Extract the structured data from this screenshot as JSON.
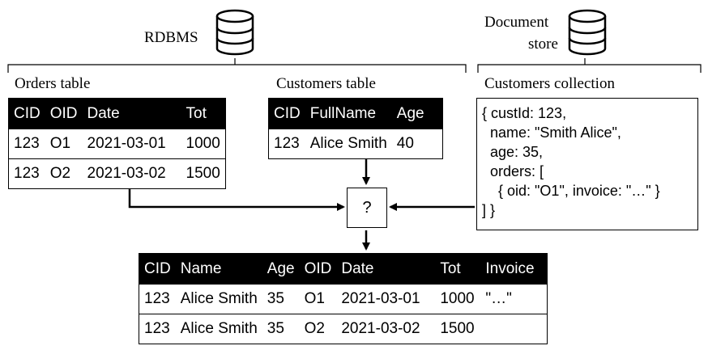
{
  "sources": {
    "rdbms": {
      "label": "RDBMS",
      "icon": "database-icon"
    },
    "document_store": {
      "label_line1": "Document",
      "label_line2": "store",
      "icon": "database-icon"
    }
  },
  "orders": {
    "title": "Orders table",
    "headers": [
      "CID",
      "OID",
      "Date",
      "Tot"
    ],
    "rows": [
      [
        "123",
        "O1",
        "2021-03-01",
        "1000"
      ],
      [
        "123",
        "O2",
        "2021-03-02",
        "1500"
      ]
    ]
  },
  "customers": {
    "title": "Customers table",
    "headers": [
      "CID",
      "FullName",
      "Age"
    ],
    "rows": [
      [
        "123",
        "Alice Smith",
        "40"
      ]
    ]
  },
  "collection": {
    "title": "Customers collection",
    "lines": [
      "{ custId: 123,",
      "  name: \"Smith Alice\",",
      "  age: 35,",
      "  orders: [",
      "    { oid: \"O1\", invoice: \"…\" }",
      "] }"
    ]
  },
  "integration": {
    "symbol": "?"
  },
  "result": {
    "headers": [
      "CID",
      "Name",
      "Age",
      "OID",
      "Date",
      "Tot",
      "Invoice"
    ],
    "rows": [
      [
        "123",
        "Alice Smith",
        "35",
        "O1",
        "2021-03-01",
        "1000",
        "\"…\""
      ],
      [
        "123",
        "Alice Smith",
        "35",
        "O2",
        "2021-03-02",
        "1500",
        ""
      ]
    ]
  },
  "colors": {
    "header_bg": "#000000",
    "header_text": "#ffffff",
    "line": "#000000"
  }
}
